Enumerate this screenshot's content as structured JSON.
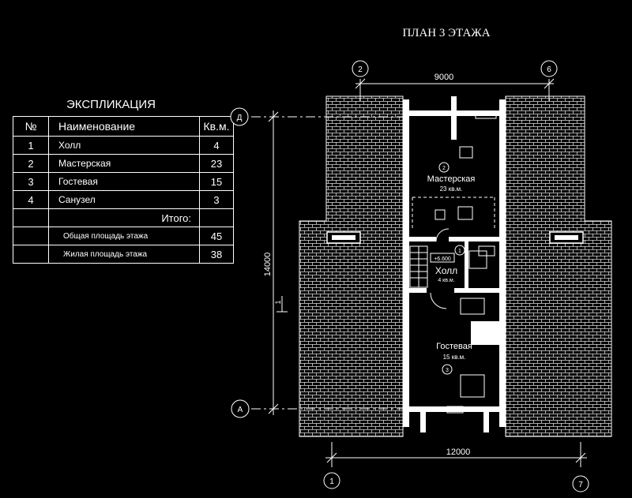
{
  "plan": {
    "title": "ПЛАН 3 ЭТАЖА"
  },
  "explication": {
    "title": "ЭКСПЛИКАЦИЯ",
    "headers": [
      "№",
      "Наименование",
      "Кв.м."
    ],
    "rows": [
      {
        "num": "1",
        "name": "Холл",
        "area": "4"
      },
      {
        "num": "2",
        "name": "Мастерская",
        "area": "23"
      },
      {
        "num": "3",
        "name": "Гостевая",
        "area": "15"
      },
      {
        "num": "4",
        "name": "Санузел",
        "area": "3"
      }
    ],
    "total_label": "Итого:",
    "total_area_label": "Общая площадь этажа",
    "total_area_value": "45",
    "living_area_label": "Жилая площадь этажа",
    "living_area_value": "38"
  },
  "axes": {
    "top_left": "2",
    "top_right": "6",
    "bottom_left": "1",
    "bottom_right": "7",
    "left_top": "Д",
    "left_bottom": "А"
  },
  "dimensions": {
    "top": "9000",
    "bottom": "12000",
    "left": "14000"
  },
  "section_mark": "1",
  "rooms": {
    "workshop": {
      "num": "2",
      "name": "Мастерская",
      "area": "23 кв.м."
    },
    "hall": {
      "num": "1",
      "name": "Холл",
      "area": "4 кв.м."
    },
    "guest": {
      "num": "3",
      "name": "Гостевая",
      "area": "15 кв.м."
    }
  },
  "level_mark": "+6.600",
  "colors": {
    "background": "#000000",
    "lines": "#ffffff"
  }
}
